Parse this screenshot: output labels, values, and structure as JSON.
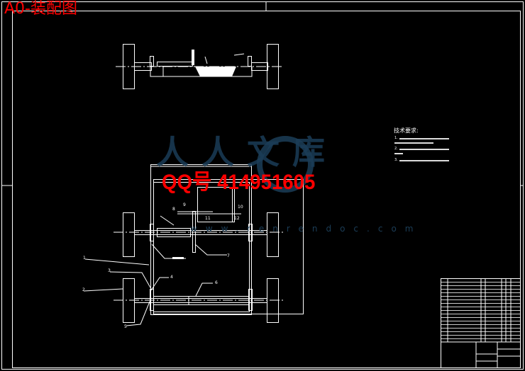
{
  "drawing_title": "A0-装配图",
  "watermark": {
    "qq_text": "QQ号  414951605",
    "logo_text": "人人文库",
    "url": "www.renrendoc.com"
  },
  "technical_requirements": {
    "heading": "技术要求:",
    "items": [
      "1.",
      "2.",
      "3."
    ]
  },
  "balloons": [
    "1",
    "2",
    "3",
    "4",
    "5",
    "6",
    "7",
    "8",
    "9",
    "10",
    "11",
    "12"
  ],
  "colors": {
    "background": "#000000",
    "lines": "#ffffff",
    "title": "#ff0000",
    "watermark": "#1b3d57"
  }
}
